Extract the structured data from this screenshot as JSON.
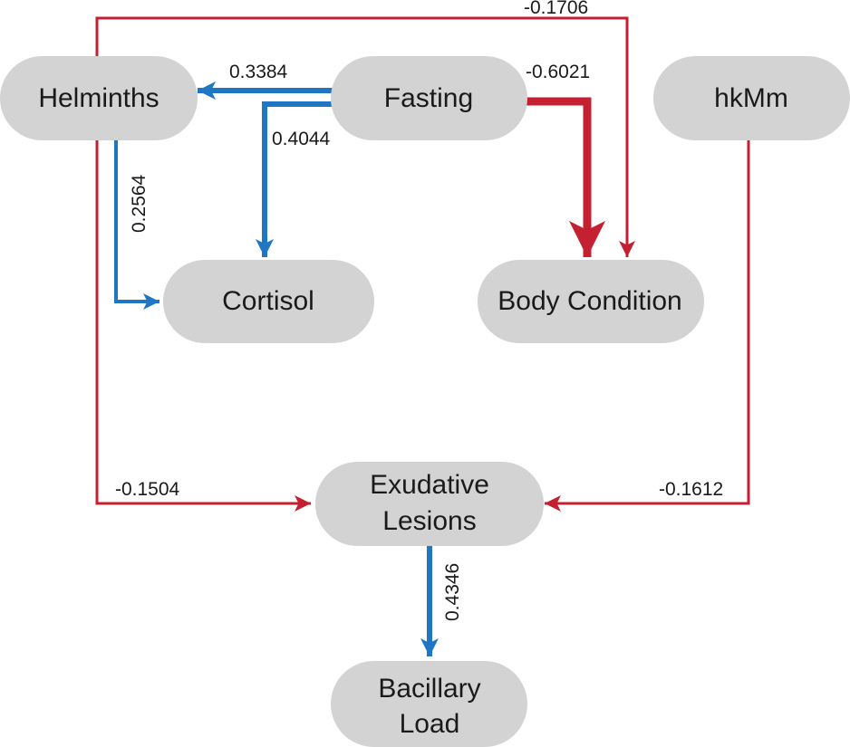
{
  "colors": {
    "positive": "#1f77c4",
    "negative": "#c51f32",
    "node_fill": "#d3d3d3",
    "text": "#1a1a1a"
  },
  "nodes": {
    "helminths": [
      "Helminths"
    ],
    "fasting": [
      "Fasting"
    ],
    "hkmm": [
      "hkMm"
    ],
    "cortisol": [
      "Cortisol"
    ],
    "body_condition": [
      "Body Condition"
    ],
    "exudative_lesions": [
      "Exudative",
      "Lesions"
    ],
    "bacillary_load": [
      "Bacillary",
      "Load"
    ]
  },
  "edges": [
    {
      "id": "fasting-helminths",
      "from": "Fasting",
      "to": "Helminths",
      "coefficient": "0.3384",
      "sign": "positive",
      "strength": "medium"
    },
    {
      "id": "fasting-cortisol",
      "from": "Fasting",
      "to": "Cortisol",
      "coefficient": "0.4044",
      "sign": "positive",
      "strength": "medium"
    },
    {
      "id": "helminths-cortisol",
      "from": "Helminths",
      "to": "Cortisol",
      "coefficient": "0.2564",
      "sign": "positive",
      "strength": "thin"
    },
    {
      "id": "fasting-bodycondition",
      "from": "Fasting",
      "to": "Body Condition",
      "coefficient": "-0.6021",
      "sign": "negative",
      "strength": "thick"
    },
    {
      "id": "helminths-bodycondition",
      "from": "Helminths",
      "to": "Body Condition",
      "coefficient": "-0.1706",
      "sign": "negative",
      "strength": "thin"
    },
    {
      "id": "helminths-exudative",
      "from": "Helminths",
      "to": "Exudative Lesions",
      "coefficient": "-0.1504",
      "sign": "negative",
      "strength": "thin"
    },
    {
      "id": "hkmm-exudative",
      "from": "hkMm",
      "to": "Exudative Lesions",
      "coefficient": "-0.1612",
      "sign": "negative",
      "strength": "thin"
    },
    {
      "id": "exudative-bacillary",
      "from": "Exudative Lesions",
      "to": "Bacillary Load",
      "coefficient": "0.4346",
      "sign": "positive",
      "strength": "medium"
    }
  ]
}
